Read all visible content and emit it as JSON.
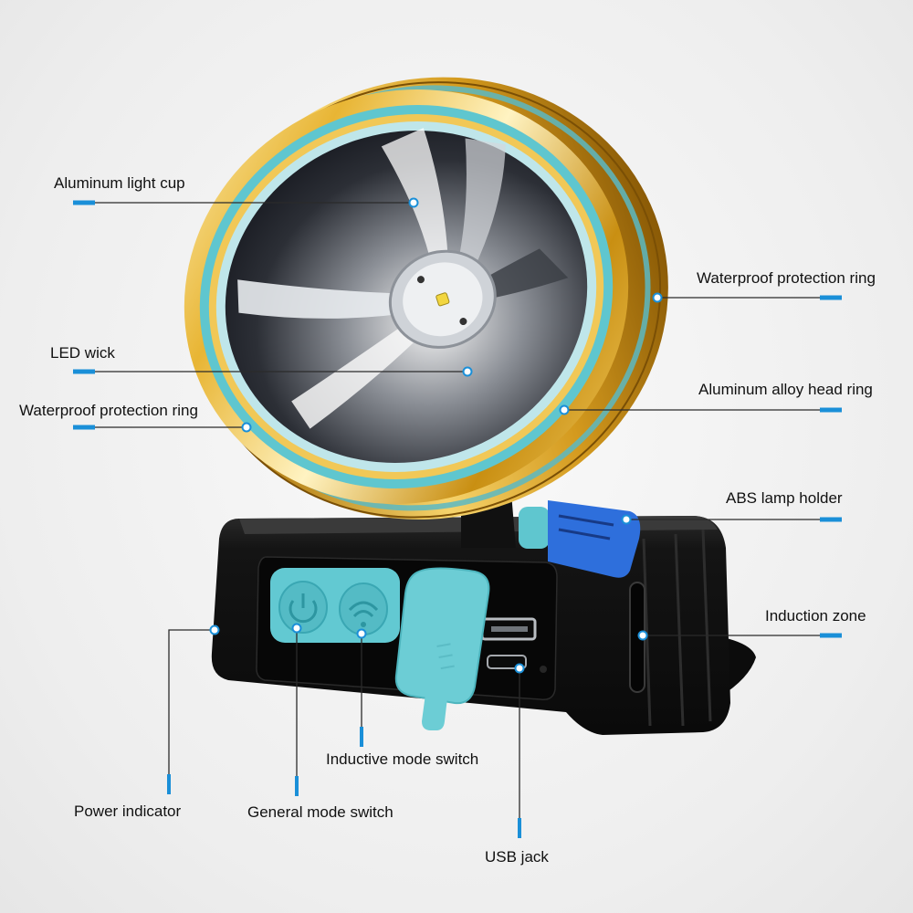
{
  "labels": {
    "light_cup": "Aluminum light cup",
    "ring_right": "Waterproof protection ring",
    "led_wick": "LED wick",
    "head_ring": "Aluminum alloy head ring",
    "ring_left": "Waterproof protection ring",
    "abs_holder": "ABS lamp holder",
    "induction_zone": "Induction zone",
    "inductive_switch": "Inductive mode switch",
    "power_indicator": "Power indicator",
    "general_switch": "General mode switch",
    "usb_jack": "USB jack"
  },
  "colors": {
    "accent": "#1a8fd8",
    "gold": "#d8a21c",
    "teal": "#5fc6cf",
    "body": "#141414"
  }
}
